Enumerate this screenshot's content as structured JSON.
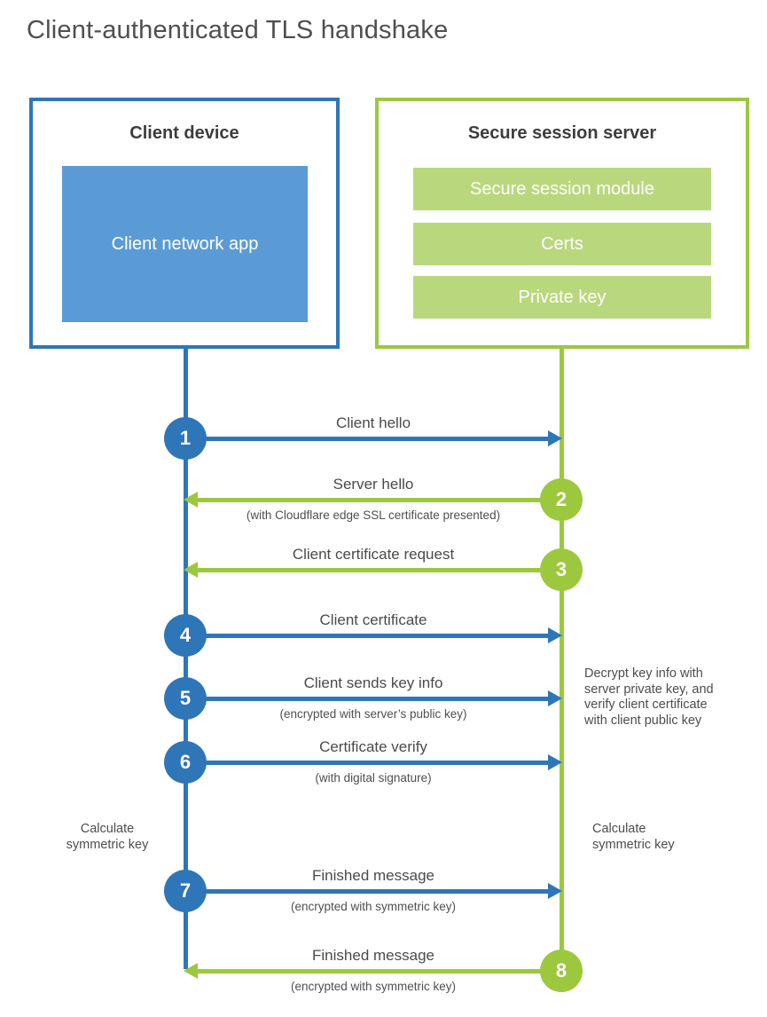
{
  "title": "Client-authenticated TLS handshake",
  "client_box": {
    "title": "Client device",
    "app_label": "Client network app"
  },
  "server_box": {
    "title": "Secure session server",
    "modules": [
      "Secure session module",
      "Certs",
      "Private key"
    ]
  },
  "steps": [
    {
      "num": "1",
      "label": "Client hello",
      "sub": "",
      "direction": "client-to-server"
    },
    {
      "num": "2",
      "label": "Server hello",
      "sub": "(with Cloudflare edge SSL certificate presented)",
      "direction": "server-to-client"
    },
    {
      "num": "3",
      "label": "Client certificate request",
      "sub": "",
      "direction": "server-to-client"
    },
    {
      "num": "4",
      "label": "Client certificate",
      "sub": "",
      "direction": "client-to-server"
    },
    {
      "num": "5",
      "label": "Client sends key info",
      "sub": "(encrypted with server’s public key)",
      "direction": "client-to-server"
    },
    {
      "num": "6",
      "label": "Certificate verify",
      "sub": "(with digital signature)",
      "direction": "client-to-server"
    },
    {
      "num": "7",
      "label": "Finished message",
      "sub": "(encrypted with symmetric key)",
      "direction": "client-to-server"
    },
    {
      "num": "8",
      "label": "Finished message",
      "sub": "(encrypted with symmetric key)",
      "direction": "server-to-client"
    }
  ],
  "annotations": {
    "decrypt_lines": [
      "Decrypt key info with",
      "server private key, and",
      "verify client certificate",
      "with client public key"
    ],
    "calc_left": "Calculate symmetric key",
    "calc_right": "Calculate symmetric key"
  },
  "colors": {
    "blue": "#2e76b8",
    "blue_fill": "#5b9bd5",
    "green": "#9cc83e",
    "green_fill": "#b9d87d",
    "text": "#4a4a4a"
  }
}
